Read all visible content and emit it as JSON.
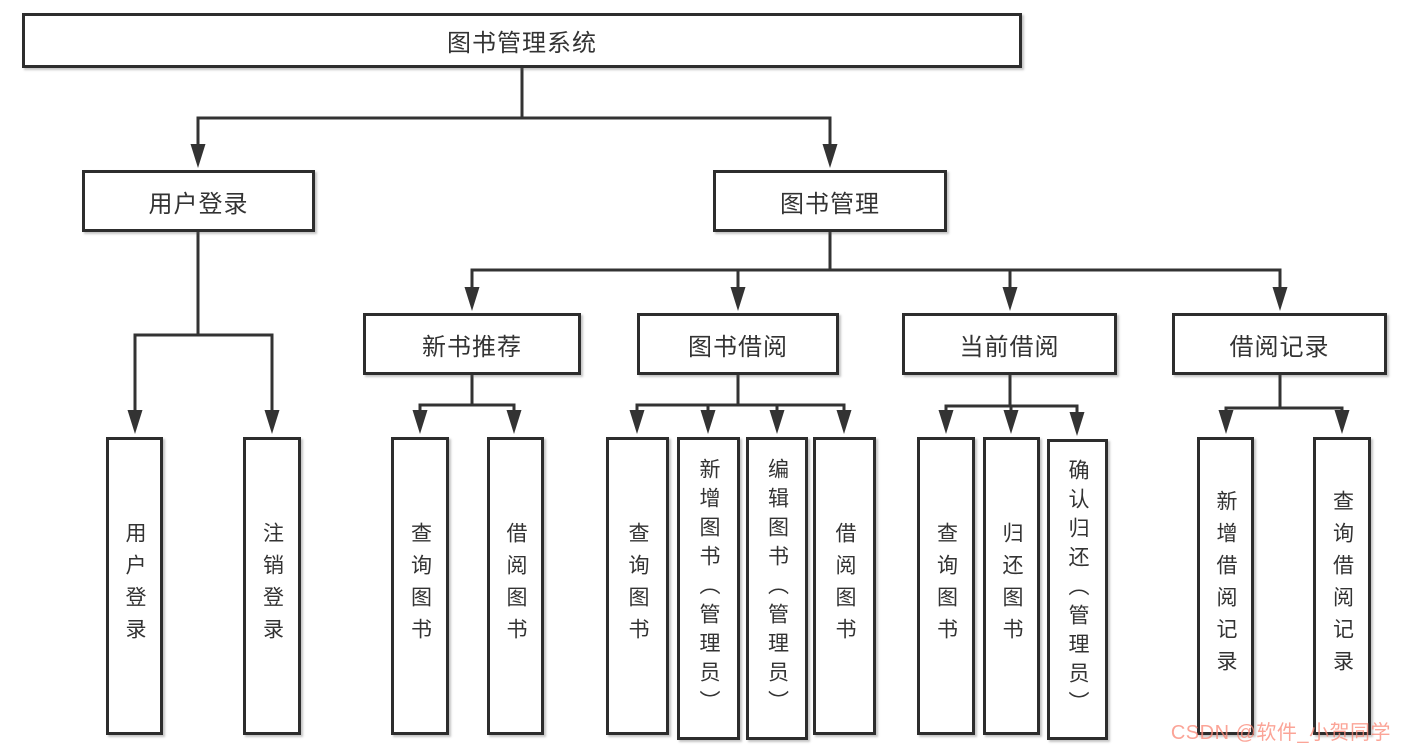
{
  "nodes": {
    "root": {
      "label": "图书管理系统"
    },
    "level2": [
      {
        "label": "用户登录"
      },
      {
        "label": "图书管理"
      }
    ],
    "level3": [
      {
        "label": "新书推荐"
      },
      {
        "label": "图书借阅"
      },
      {
        "label": "当前借阅"
      },
      {
        "label": "借阅记录"
      }
    ],
    "leaves": [
      {
        "label": "用户登录"
      },
      {
        "label": "注销登录"
      },
      {
        "label": "查询图书"
      },
      {
        "label": "借阅图书"
      },
      {
        "label": "查询图书"
      },
      {
        "label": "新增图书（管理员）"
      },
      {
        "label": "编辑图书（管理员）"
      },
      {
        "label": "借阅图书"
      },
      {
        "label": "查询图书"
      },
      {
        "label": "归还图书"
      },
      {
        "label": "确认归还（管理员）"
      },
      {
        "label": "新增借阅记录"
      },
      {
        "label": "查询借阅记录"
      }
    ]
  },
  "watermark": {
    "text": "CSDN @软件_小贺同学"
  },
  "colors": {
    "line": "#333333",
    "box_border": "#2d2d2d",
    "text": "#333333",
    "background": "#ffffff",
    "watermark": "#fa8a7a"
  }
}
